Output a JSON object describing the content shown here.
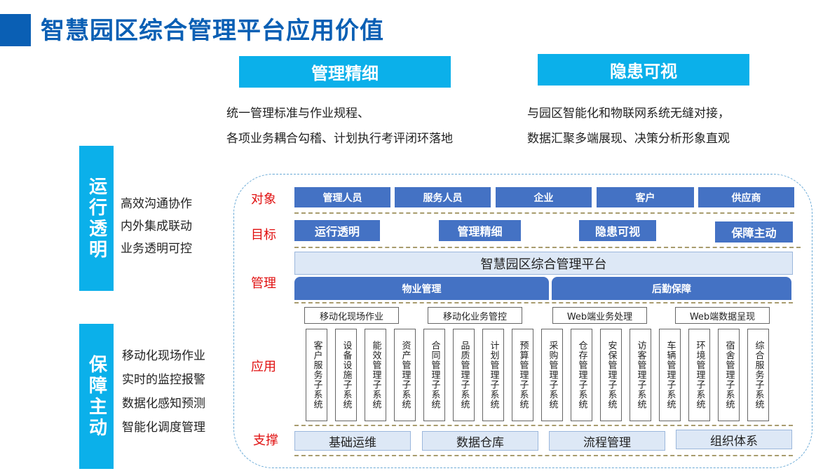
{
  "header": {
    "title": "智慧园区综合管理平台应用价值"
  },
  "top_boxes": [
    {
      "label": "管理精细",
      "lines": [
        "统一管理标准与作业规程、",
        "各项业务耦合勾稽、计划执行考评闭环落地"
      ]
    },
    {
      "label": "隐患可视",
      "lines": [
        "与园区智能化和物联网系统无缝对接，",
        "数据汇聚多端展现、决策分析形象直观"
      ]
    }
  ],
  "side_boxes": [
    {
      "label": "运行透明",
      "items": [
        "高效沟通协作",
        "内外集成联动",
        "业务透明可控"
      ]
    },
    {
      "label": "保障主动",
      "items": [
        "移动化现场作业",
        "实时的监控报警",
        "数据化感知预测",
        "智能化调度管理"
      ]
    }
  ],
  "rows": {
    "object": "对象",
    "goal": "目标",
    "management": "管理",
    "application": "应用",
    "support": "支撑"
  },
  "objects": [
    "管理人员",
    "服务人员",
    "企业",
    "客户",
    "供应商"
  ],
  "goals": [
    "运行透明",
    "管理精细",
    "隐患可视",
    "保障主动"
  ],
  "platform": "智慧园区综合管理平台",
  "management": [
    "物业管理",
    "后勤保障"
  ],
  "app_groups": [
    {
      "label": "移动化现场作业",
      "systems": [
        "客户服务子系统",
        "设备设施子系统",
        "能效管理子系统",
        "资产管理子系统"
      ]
    },
    {
      "label": "移动化业务管控",
      "systems": [
        "合同管理子系统",
        "品质管理子系统",
        "计划管理子系统",
        "预算管理子系统"
      ]
    },
    {
      "label": "Web端业务处理",
      "systems": [
        "采购管理子系统",
        "仓存管理子系统",
        "安保管理子系统",
        "访客管理子系统"
      ]
    },
    {
      "label": "Web端数据呈现",
      "systems": [
        "车辆管理子系统",
        "环境管理子系统",
        "宿舍管理子系统",
        "综合服务子系统"
      ]
    }
  ],
  "support": [
    "基础运维",
    "数据仓库",
    "流程管理",
    "组织体系"
  ],
  "colors": {
    "title": "#0a5fb4",
    "accent": "#0bb0ea",
    "block": "#4472c4",
    "light": "#dde8f6",
    "label": "#e01010"
  }
}
